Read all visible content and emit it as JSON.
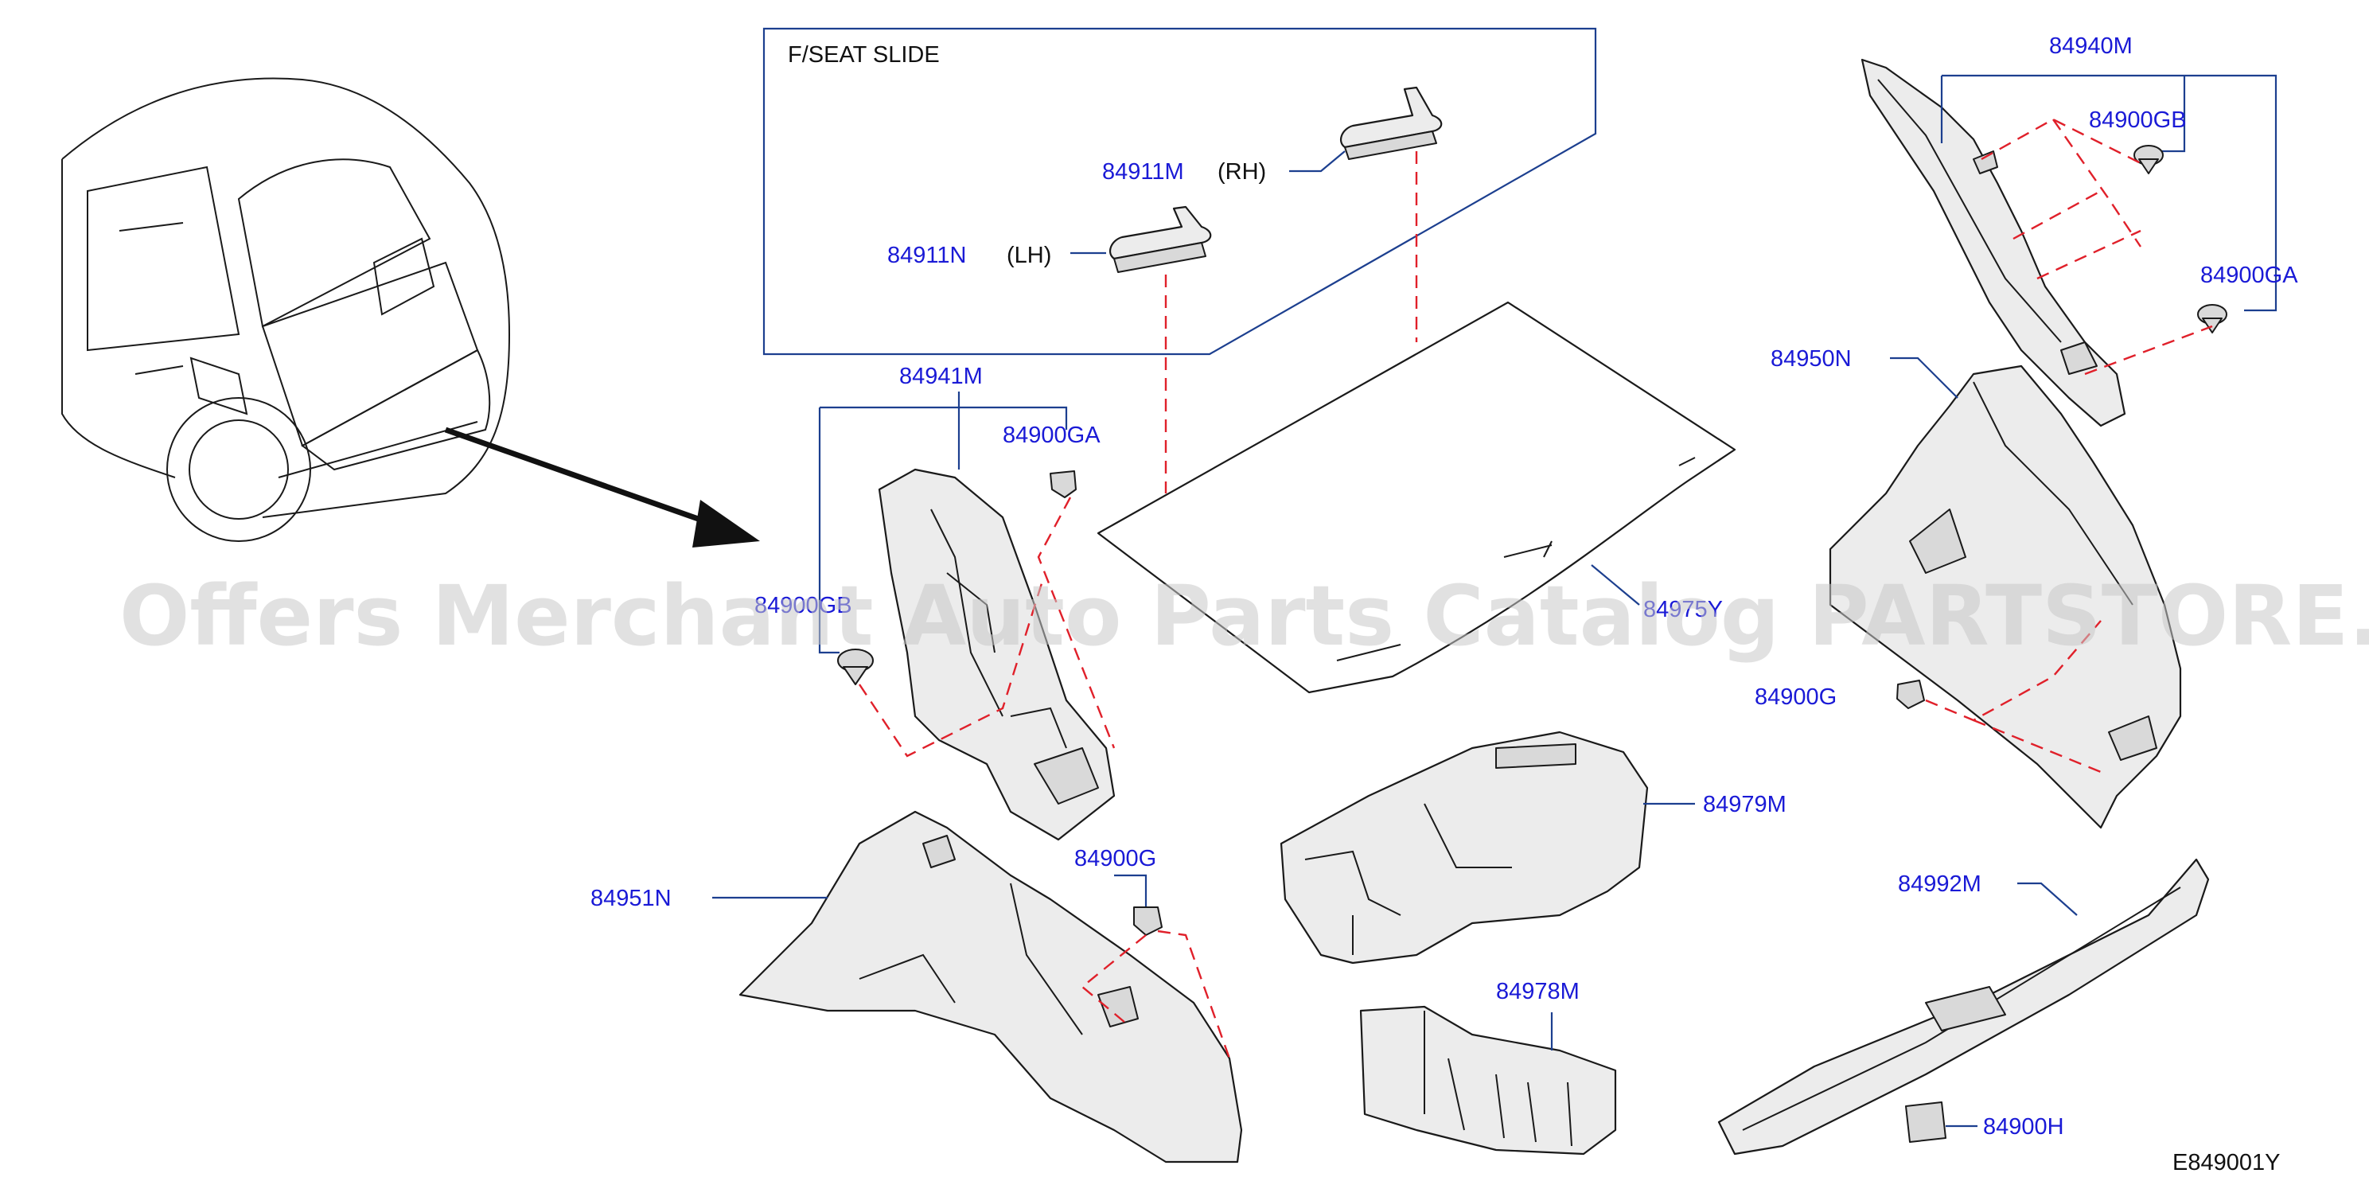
{
  "diagram": {
    "inset_title": "F/SEAT   SLIDE",
    "watermark": "Offers Merchant Auto Parts Catalog PARTSTORE.SA",
    "figure_code": "E849001Y",
    "labels": {
      "p84911M": "84911M",
      "rh": "(RH)",
      "p84911N": "84911N",
      "lh": "(LH)",
      "p84941M": "84941M",
      "p84900GA_left": "84900GA",
      "p84900GB_left": "84900GB",
      "p84951N": "84951N",
      "p84900G_left": "84900G",
      "p84975Y": "84975Y",
      "p84979M": "84979M",
      "p84978M": "84978M",
      "p84940M": "84940M",
      "p84900GB_right": "84900GB",
      "p84900GA_right": "84900GA",
      "p84950N": "84950N",
      "p84900G_right": "84900G",
      "p84992M": "84992M",
      "p84900H": "84900H"
    }
  }
}
